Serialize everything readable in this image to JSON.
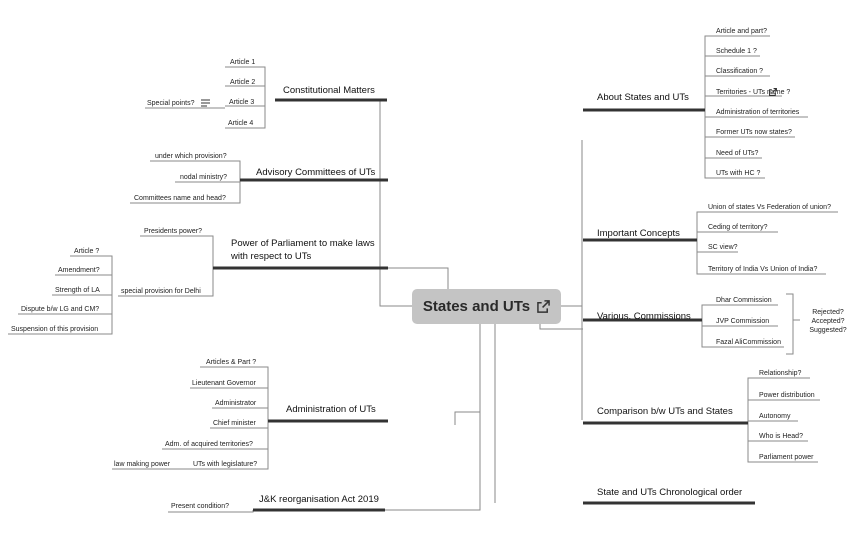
{
  "central": {
    "title": "States and UTs",
    "icon": "external-link-icon"
  },
  "left": {
    "constitutional": {
      "label": "Constitutional Matters",
      "items": [
        "Article 1",
        "Article 2",
        "Article 3",
        "Article 4"
      ],
      "special": "Special points?",
      "special_icon": "notes-icon"
    },
    "advisory": {
      "label": "Advisory Committees of UTs",
      "items": [
        "under which provision?",
        "nodal ministry?",
        "Committees name and head?"
      ]
    },
    "parliament": {
      "label_line1": "Power of Parliament to make laws",
      "label_line2": "with respect to UTs",
      "presidents": "Presidents power?",
      "delhi": "special provision for Delhi",
      "delhi_items": [
        "Article ?",
        "Amendment?",
        "Strength of LA",
        "Dispute b/w LG and CM?",
        "Suspension of this provision"
      ]
    },
    "administration": {
      "label": "Administration of UTs",
      "items": [
        "Articles & Part ?",
        "Lieutenant Governor",
        "Administrator",
        "Chief minister",
        "Adm. of acquired territories?",
        "UTs with legislature?"
      ],
      "law_making": "law making power"
    },
    "jk": {
      "label": "J&K reorganisation Act 2019",
      "items": [
        "Present condition?"
      ]
    }
  },
  "right": {
    "about": {
      "label": "About States and UTs",
      "items": [
        "Article and part?",
        "Schedule 1 ?",
        "Classification ?",
        "Territories - UTs name ?",
        "Administration of territories",
        "Former UTs now states?",
        "Need of UTs?",
        "UTs with HC ?"
      ],
      "link_icon": "external-link-icon"
    },
    "concepts": {
      "label": "Important Concepts",
      "items": [
        "Union of states Vs Federation of union?",
        "Ceding of territory?",
        "SC view?",
        "Territory of India Vs Union of India?"
      ]
    },
    "commissions": {
      "label": "Various. Commissions",
      "items": [
        "Dhar Commission",
        "JVP Commission",
        "Fazal AliCommission"
      ],
      "summary": [
        "Rejected?",
        "Accepted?",
        "Suggested?"
      ]
    },
    "comparison": {
      "label": "Comparison b/w UTs and States",
      "items": [
        "Relationship?",
        "Power distribution",
        "Autonomy",
        "Who is Head?",
        "Parliament power"
      ]
    },
    "chronological": {
      "label": "State and UTs Chronological order"
    }
  },
  "colors": {
    "line": "#8a8a8a",
    "branch_line": "#333333",
    "central_bg": "#c4c4c4"
  }
}
